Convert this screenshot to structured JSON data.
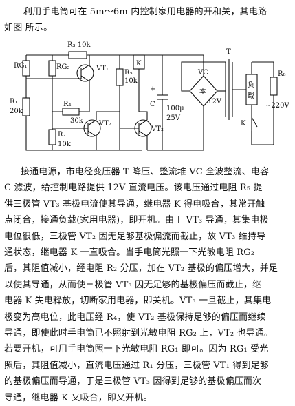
{
  "intro": [
    "利用手电筒可在 5m～6m 内控制家用电器的开和关，其电路",
    "如图    所示。"
  ],
  "labels": {
    "rg1": "RG₁",
    "rg2": "RG₂",
    "r3": "R₃ 10k",
    "vt1": "VT₁",
    "r5a": "R₅",
    "r5b": "10k",
    "k_relay": "K",
    "t": "T",
    "vc": "VC",
    "r4a": "R₄",
    "r4b": "30k",
    "r1a": "R₁",
    "r1b": "20k",
    "vt2": "VT₂",
    "r2": "R₂",
    "r2b": "10k",
    "c_plus": "+",
    "c_label": "C",
    "c_val1": "100μ",
    "c_val2": "25V",
    "vt3": "VT₃",
    "bridge": "本",
    "v12": "12V",
    "load1": "负",
    "load2": "载",
    "k_switch": "K",
    "rb": "R₈",
    "v220": "~220V"
  },
  "body": [
    "接通电源，市电经变压器 T 降压、整流堆 VC 全波整流、电容",
    "C 滤波，给控制电路提供 12V 直流电压。该电压通过电阻 R₅ 提",
    "供三极管 VT₃ 基极电流使其导通，继电器 K 得电吸合，其常开触",
    "点闭合，接通负载(家用电器)，即开机。由于 VT₃ 导通，其集电极",
    "电位很低，三极管 VT₂ 因无足够基极偏流而截止，故 VT₃ 维持导",
    "通状态，继电器 K 一直吸合。当手电筒光照一下光敏电阻 RG₂",
    "后，其阻值减小，经电阻 R₂ 分压，加在 VT₂ 基极的偏压增大，并足",
    "以使其导通，从而使三极管 VT₃ 因无足够的基极偏压而截止，继",
    "电器 K 失电释放，切断家用电器，即关机。VT₃ 一旦截止，其集电",
    "极变为高电位，此电压经 R₄，使 VT₂ 基极保持足够的偏压而继续",
    "导通，即使此时手电筒已不照射到光敏电阻 RG₂ 上，VT₂ 也导通。",
    "若要开机，可用手电筒照一下光敏电阻 RG₁ 即可。因为 RG₁ 受光",
    "照后，其阻值减小，直流电压通过 R₁ 分压，三极管 VT₁ 得到足够",
    "的基极偏压而导通，于是三极管 VT₃ 因得到足够的基极偏压而次",
    "导通，继电器 K 又吸合，即又开机。"
  ]
}
